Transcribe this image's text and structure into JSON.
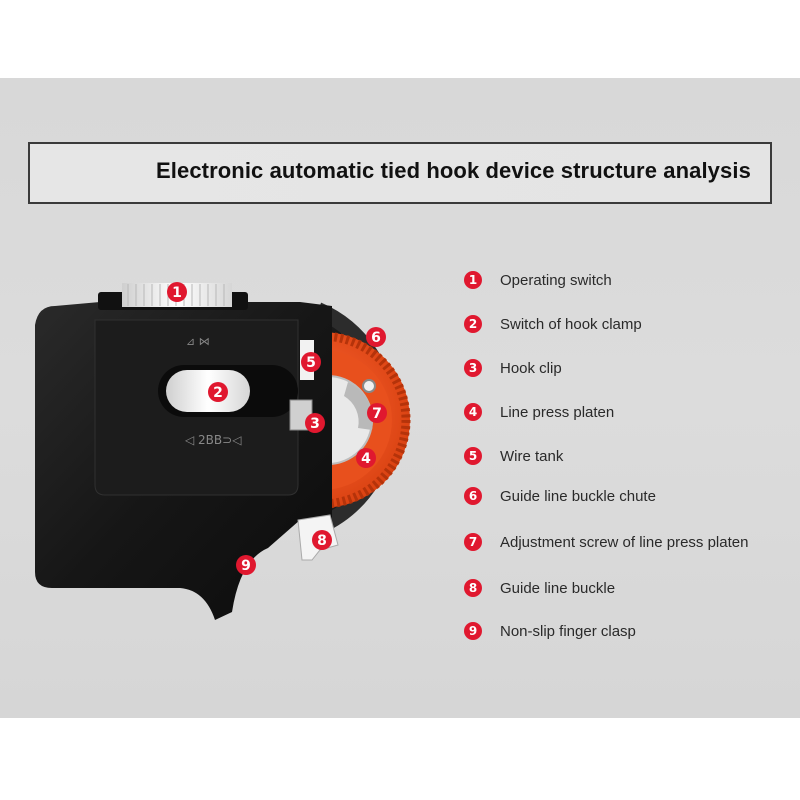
{
  "title": "Electronic automatic tied hook device structure analysis",
  "device": {
    "upper_marking": "⊿ ⋈",
    "lower_marking": "◁ 2BB⊃◁"
  },
  "markers": [
    {
      "number": "1"
    },
    {
      "number": "2"
    },
    {
      "number": "3"
    },
    {
      "number": "4"
    },
    {
      "number": "5"
    },
    {
      "number": "6"
    },
    {
      "number": "7"
    },
    {
      "number": "8"
    },
    {
      "number": "9"
    }
  ],
  "legend": [
    {
      "number": "1",
      "label": "Operating switch"
    },
    {
      "number": "2",
      "label": "Switch of hook clamp"
    },
    {
      "number": "3",
      "label": "Hook clip"
    },
    {
      "number": "4",
      "label": "Line press platen"
    },
    {
      "number": "5",
      "label": "Wire tank"
    },
    {
      "number": "6",
      "label": "Guide line buckle chute"
    },
    {
      "number": "7",
      "label": "Adjustment screw of line press platen"
    },
    {
      "number": "8",
      "label": "Guide line buckle"
    },
    {
      "number": "9",
      "label": "Non-slip finger clasp"
    }
  ],
  "colors": {
    "marker_red": "#e0182f",
    "device_body": "#141414",
    "gear_orange": "#e84a1c"
  }
}
